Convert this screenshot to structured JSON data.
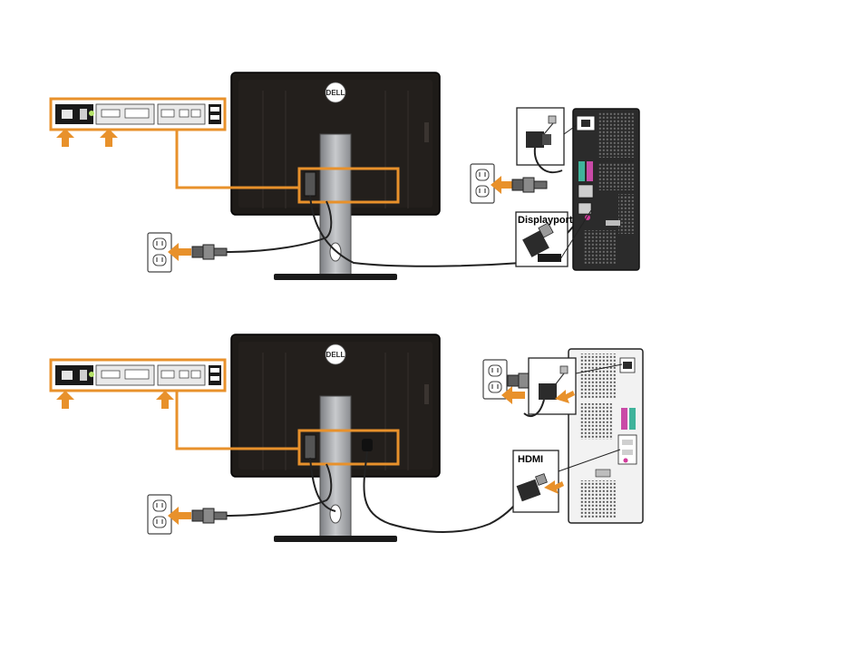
{
  "diagram": {
    "logo": "DELL",
    "panels": [
      {
        "id": "displayport",
        "connector_label": "Displayport"
      },
      {
        "id": "hdmi",
        "connector_label": "HDMI"
      }
    ]
  },
  "colors": {
    "accent": "#e8912b",
    "arrow": "#e8912b",
    "monitor_body": "#1e1b18",
    "stand": "#a7a9ad",
    "cable": "#222222",
    "pc_dark": "#2b2b2b",
    "pc_light": "#f2f2f2"
  }
}
